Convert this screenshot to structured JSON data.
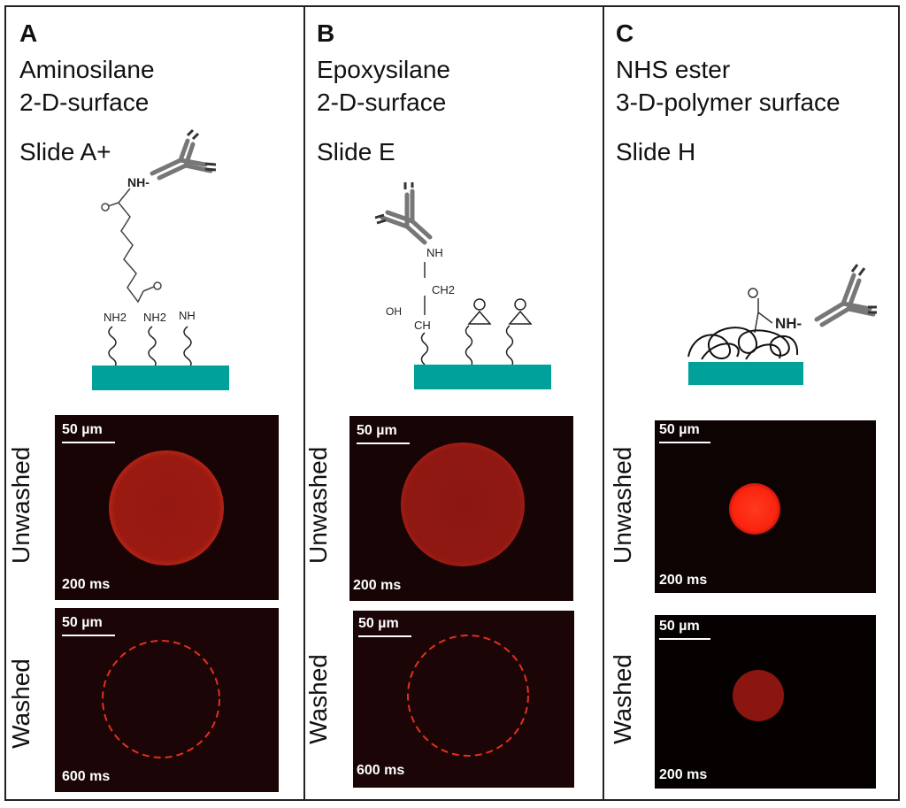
{
  "panels": [
    {
      "letter": "A",
      "chemistry": "Aminosilane",
      "surface": "2-D-surface",
      "slide": "Slide A+",
      "schematic": {
        "amine_labels": [
          "NH2",
          "NH2"
        ],
        "linkage": "NH",
        "antibody_link": "NH-"
      },
      "unwashed": {
        "scale": "50 µm",
        "exposure": "200 ms"
      },
      "washed": {
        "scale": "50 µm",
        "exposure": "600 ms"
      }
    },
    {
      "letter": "B",
      "chemistry": "Epoxysilane",
      "surface": "2-D-surface",
      "slide": "Slide E",
      "schematic": {
        "nh": "NH",
        "ch2": "CH2",
        "oh": "OH",
        "ch": "CH"
      },
      "unwashed": {
        "scale": "50 µm",
        "exposure": "200 ms"
      },
      "washed": {
        "scale": "50 µm",
        "exposure": "600 ms"
      }
    },
    {
      "letter": "C",
      "chemistry": "NHS ester",
      "surface": "3-D-polymer surface",
      "slide": "Slide H",
      "schematic": {
        "linkage": "NH-"
      },
      "unwashed": {
        "scale": "50 µm",
        "exposure": "200 ms"
      },
      "washed": {
        "scale": "50 µm",
        "exposure": "200 ms"
      }
    }
  ],
  "row_labels": {
    "unwashed": "Unwashed",
    "washed": "Washed"
  },
  "colors": {
    "substrate": "#00A19A",
    "fluorescence": "#c0201a",
    "bright_spot": "#ff2a12",
    "dashed_outline": "#e03020"
  }
}
